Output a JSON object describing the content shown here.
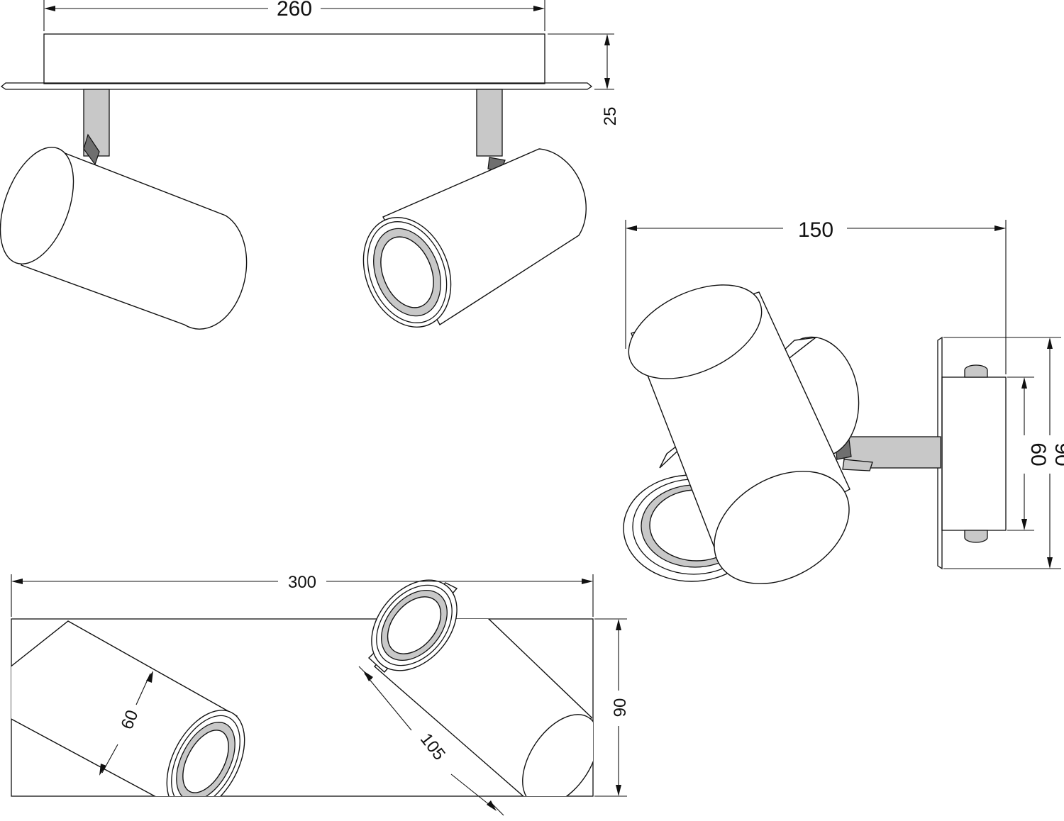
{
  "views": {
    "front": {
      "width_label": "260",
      "height_label": "25"
    },
    "side": {
      "depth_label": "150",
      "inner_height_label": "60",
      "outer_height_label": "90"
    },
    "top": {
      "length_label": "300",
      "width_label": "90",
      "head_diameter_label": "60",
      "head_length_label": "105"
    }
  }
}
